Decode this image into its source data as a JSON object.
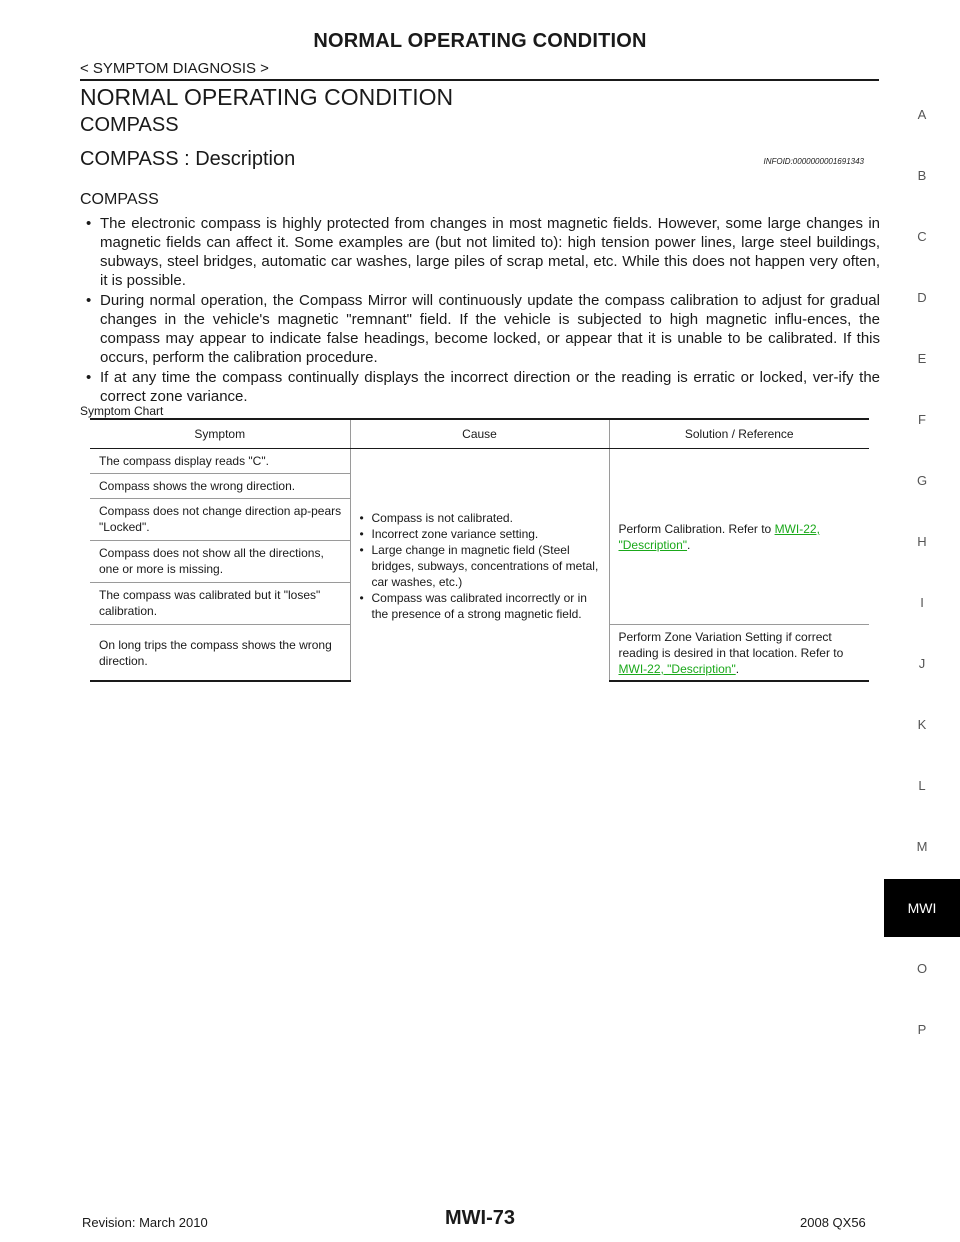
{
  "header": {
    "title": "NORMAL OPERATING CONDITION",
    "section": "< SYMPTOM DIAGNOSIS >"
  },
  "main": {
    "h1": "NORMAL OPERATING CONDITION",
    "h2": "COMPASS",
    "h3": "COMPASS : Description",
    "infoid": "INFOID:0000000001691343",
    "subheading": "COMPASS",
    "bullets": [
      "The electronic compass is highly protected from changes in most magnetic fields. However, some large changes in magnetic fields can affect it. Some examples are (but not limited to): high tension power lines, large steel buildings, subways, steel bridges, automatic car washes, large piles of scrap metal, etc. While this does not happen very often, it is possible.",
      "During normal operation, the Compass Mirror will continuously update the compass calibration to adjust for gradual changes in the vehicle's magnetic \"remnant\" field. If the vehicle is subjected to high magnetic influ-ences, the compass may appear to indicate false headings, become locked, or appear that it is unable to be calibrated. If this occurs, perform the calibration procedure.",
      "If at any time the compass continually displays the incorrect direction or the reading is erratic or locked, ver-ify the correct zone variance."
    ],
    "chart_label": "Symptom Chart"
  },
  "table": {
    "headers": [
      "Symptom",
      "Cause",
      "Solution / Reference"
    ],
    "symptoms": [
      "The compass display reads \"C\".",
      "Compass shows the wrong direction.",
      "Compass does not change direction ap-pears \"Locked\".",
      "Compass does not show all the directions, one or more is missing.",
      "The compass was calibrated but it \"loses\" calibration.",
      "On long trips the compass shows the wrong direction."
    ],
    "causes": [
      "Compass is not calibrated.",
      "Incorrect zone variance setting.",
      "Large change in magnetic field (Steel bridges, subways, concentrations of metal, car washes, etc.)",
      "Compass was calibrated incorrectly or in the presence of a strong magnetic field."
    ],
    "solution1": {
      "text": "Perform Calibration. Refer to ",
      "link": "MWI-22, \"Description\"",
      "end": "."
    },
    "solution2": {
      "text": "Perform Zone Variation Setting if correct reading is desired in that location. Refer to ",
      "link": "MWI-22, \"Description\"",
      "end": "."
    }
  },
  "side_tabs": [
    "A",
    "B",
    "C",
    "D",
    "E",
    "F",
    "G",
    "H",
    "I",
    "J",
    "K",
    "L",
    "M",
    "MWI",
    "O",
    "P"
  ],
  "active_tab": "MWI",
  "footer": {
    "revision": "Revision: March 2010",
    "page": "MWI-73",
    "model": "2008 QX56"
  },
  "colors": {
    "link": "#1aa81a",
    "active_tab_bg": "#000000"
  }
}
